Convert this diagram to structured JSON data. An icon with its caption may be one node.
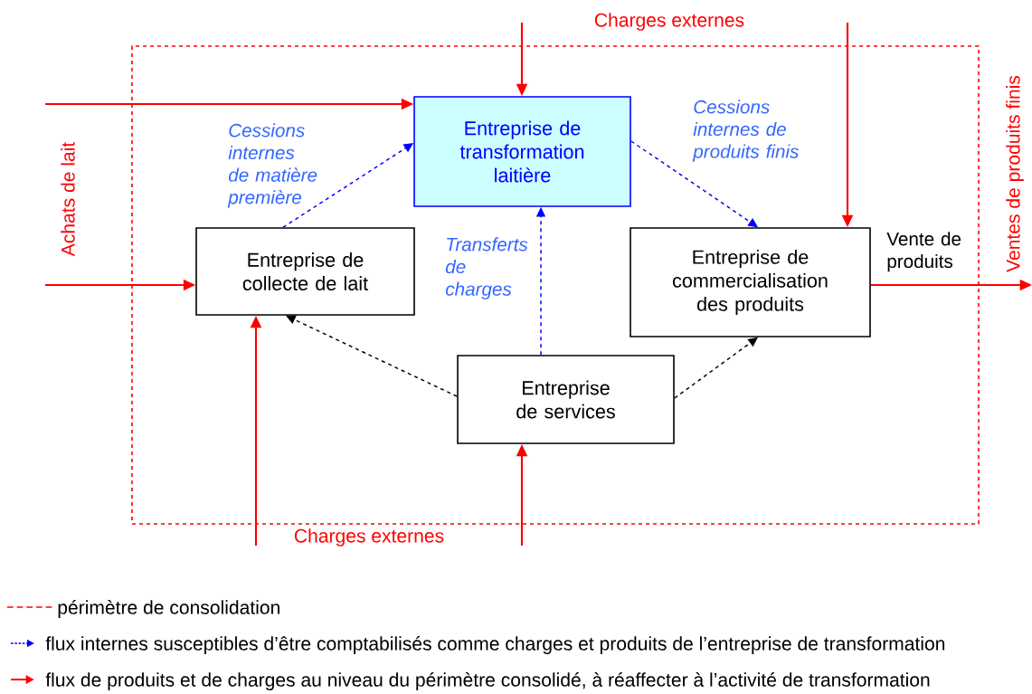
{
  "diagram": {
    "nodes": [
      {
        "text": [],
        "shape": "box"
      },
      {
        "text": [
          "Entreprise de transformation laitière"
        ],
        "in": 0
      },
      {
        "text": [
          "Entreprise de collecte de lait"
        ],
        "in": 0
      },
      {
        "text": [
          "Entreprise de commercialisation des produits"
        ],
        "in": 0
      },
      {
        "text": [
          "Entreprise de services"
        ],
        "in": 0
      },
      {
        "text": [
          "Ventes de produits finis"
        ]
      }
    ],
    "edges": [
      {
        "from": null,
        "to": 1,
        "arrow": "to"
      },
      {
        "from": null,
        "to": 2,
        "arrow": "to"
      },
      {
        "from": null,
        "to": 1,
        "arrow": "to"
      },
      {
        "from": null,
        "to": 3,
        "arrow": "to"
      },
      {
        "from": null,
        "to": 2,
        "arrow": "to"
      },
      {
        "from": null,
        "to": 4,
        "arrow": "to"
      },
      {
        "from": 3,
        "to": 5,
        "arrow": "to",
        "label": "Vente de produits"
      },
      {
        "from": 2,
        "to": 1,
        "arrow": "to",
        "style": "dashed",
        "color": "#0000ff",
        "label": "Cessions internes de matière première"
      },
      {
        "from": 1,
        "to": 3,
        "arrow": "to",
        "style": "dashed",
        "color": "#0000ff",
        "label": "Cessions internes de produits finis"
      },
      {
        "from": 4,
        "to": 1,
        "arrow": "to",
        "style": "dashed",
        "color": "#0000ff",
        "label": "Transferts de charges"
      },
      {
        "from": 4,
        "to": 2,
        "arrow": "to",
        "style": "dashed",
        "color": "#000000"
      },
      {
        "from": 4,
        "to": 3,
        "arrow": "to",
        "style": "dashed",
        "color": "#000000"
      }
    ],
    "labels": [
      "Charges externes",
      "Achats de lait",
      "Charges externes"
    ],
    "legend": [
      {
        "text": "périmètre de consolidation"
      },
      {
        "text": "flux internes susceptibles d’être comptabilisés comme charges et produits de l’entreprise de transformation"
      },
      {
        "text": "flux de produits et de charges au niveau du périmètre consolidé, à réaffecter à l’activité de transformation"
      }
    ]
  }
}
